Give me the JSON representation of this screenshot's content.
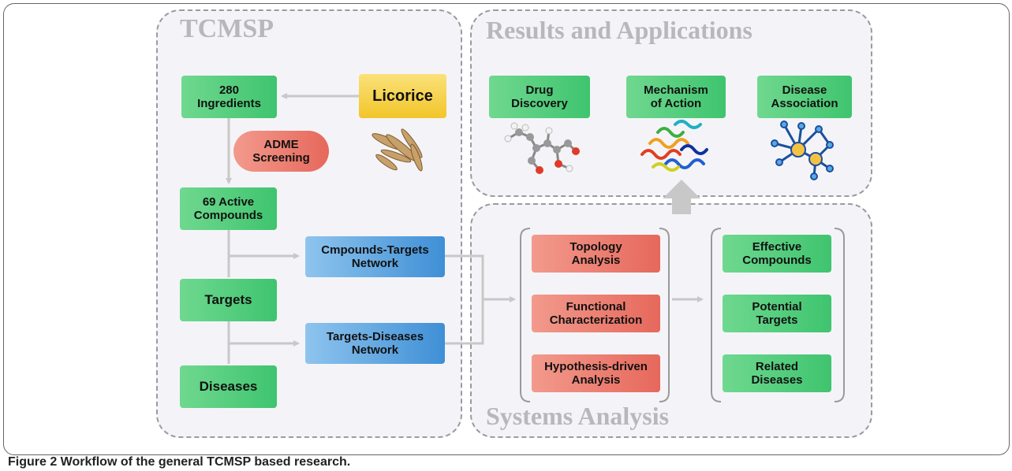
{
  "panels": {
    "tcmsp_title": "TCMSP",
    "results_title": "Results and Applications",
    "systems_title": "Systems Analysis"
  },
  "tcmsp": {
    "ingredients": "280\nIngredients",
    "licorice": "Licorice",
    "adme": "ADME\nScreening",
    "active_compounds": "69 Active\nCompounds",
    "targets": "Targets",
    "diseases": "Diseases",
    "compounds_targets_network": "Cmpounds-Targets\nNetwork",
    "targets_diseases_network": "Targets-Diseases\nNetwork"
  },
  "results": {
    "drug_discovery": "Drug\nDiscovery",
    "mechanism": "Mechanism\nof Action",
    "disease_association": "Disease\nAssociation"
  },
  "analysis": {
    "topology": "Topology\nAnalysis",
    "functional": "Functional\nCharacterization",
    "hypothesis": "Hypothesis-driven\nAnalysis",
    "effective_compounds": "Effective\nCompounds",
    "potential_targets": "Potential\nTargets",
    "related_diseases": "Related\nDiseases"
  },
  "caption": {
    "label": "Figure 2",
    "text": " Workflow of the general TCMSP based research."
  },
  "colors": {
    "green": "#4cc976",
    "red": "#ea7a6c",
    "blue": "#5aa2e0",
    "yellow": "#f5d24a",
    "arrow": "#c8c8c8",
    "panel_title": "#b8b8bc"
  },
  "icons": [
    "licorice-root-image",
    "molecule-3d-icon",
    "protein-structure-icon",
    "network-graph-icon"
  ]
}
